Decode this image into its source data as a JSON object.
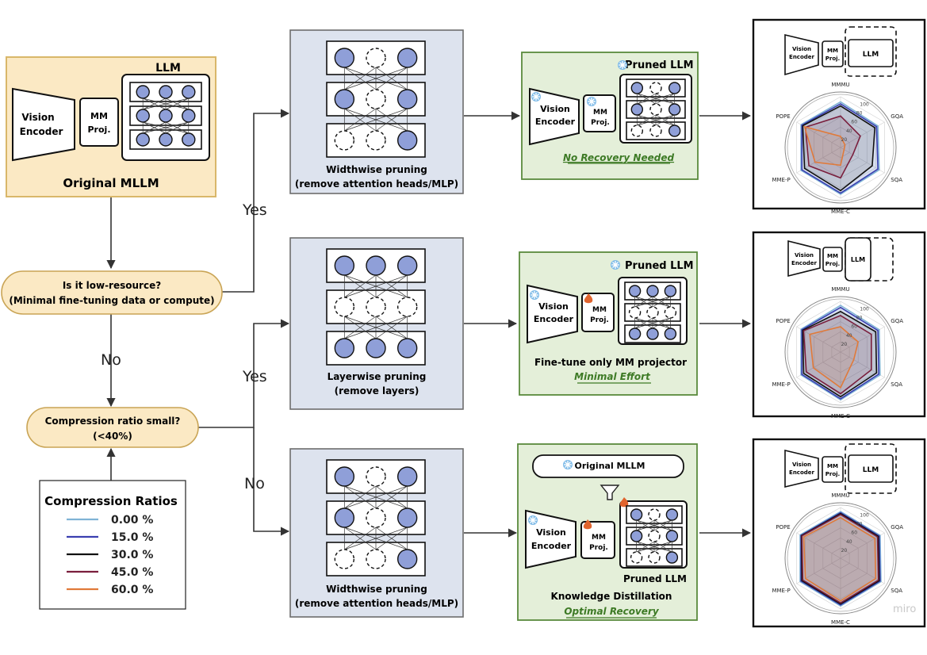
{
  "original": {
    "llm": "LLM",
    "vision_line1": "Vision",
    "vision_line2": "Encoder",
    "mm_line1": "MM",
    "mm_line2": "Proj.",
    "title": "Original MLLM"
  },
  "decision1": {
    "line1": "Is it low-resource?",
    "line2": "(Minimal fine-tuning data or compute)"
  },
  "decision2": {
    "line1": "Compression ratio small?",
    "line2": "(<40%)"
  },
  "edges": {
    "yes1": "Yes",
    "no1": "No",
    "yes2": "Yes",
    "no2": "No"
  },
  "legend": {
    "title": "Compression Ratios",
    "items": [
      {
        "label": "0.00 %",
        "color": "#7fb3d5"
      },
      {
        "label": "15.0 %",
        "color": "#3a3fb0"
      },
      {
        "label": "30.0 %",
        "color": "#111111"
      },
      {
        "label": "45.0 %",
        "color": "#7a1f3d"
      },
      {
        "label": "60.0 %",
        "color": "#e07a3a"
      }
    ]
  },
  "prune1": {
    "line1": "Widthwise pruning",
    "line2": "(remove attention heads/MLP)"
  },
  "prune2": {
    "line1": "Layerwise pruning",
    "line2": "(remove layers)"
  },
  "prune3": {
    "line1": "Widthwise pruning",
    "line2": "(remove attention heads/MLP)"
  },
  "recovery1": {
    "pruned_llm": "Pruned LLM",
    "vision_line1": "Vision",
    "vision_line2": "Encoder",
    "mm_line1": "MM",
    "mm_line2": "Proj.",
    "caption": "No Recovery Needed"
  },
  "recovery2": {
    "pruned_llm": "Pruned LLM",
    "vision_line1": "Vision",
    "vision_line2": "Encoder",
    "mm_line1": "MM",
    "mm_line2": "Proj.",
    "caption1": "Fine-tune only MM projector",
    "caption2": "Minimal Effort"
  },
  "recovery3": {
    "original_mllm": "Original MLLM",
    "pruned_llm": "Pruned LLM",
    "vision_line1": "Vision",
    "vision_line2": "Encoder",
    "mm_line1": "MM",
    "mm_line2": "Proj.",
    "caption1": "Knowledge Distillation",
    "caption2": "Optimal Recovery"
  },
  "result_panel": {
    "vision_line1": "Vision",
    "vision_line2": "Encoder",
    "mm_line1": "MM",
    "mm_line2": "Proj.",
    "llm": "LLM"
  },
  "watermark": "miro",
  "chart_data": [
    {
      "type": "radar",
      "axes": [
        "MMMU",
        "GQA",
        "SQA",
        "MME-C",
        "MME-P",
        "POPE"
      ],
      "ticks": [
        "20",
        "40",
        "60",
        "80",
        "100"
      ],
      "range": [
        0,
        100
      ],
      "series": [
        {
          "name": "0.00 %",
          "values": [
            90,
            85,
            88,
            92,
            90,
            90
          ]
        },
        {
          "name": "15.0 %",
          "values": [
            86,
            82,
            85,
            90,
            88,
            88
          ]
        },
        {
          "name": "30.0 %",
          "values": [
            82,
            78,
            72,
            85,
            82,
            86
          ]
        },
        {
          "name": "45.0 %",
          "values": [
            62,
            45,
            28,
            60,
            72,
            80
          ]
        },
        {
          "name": "60.0 %",
          "values": [
            22,
            10,
            8,
            35,
            58,
            82
          ]
        }
      ]
    },
    {
      "type": "radar",
      "axes": [
        "MMMU",
        "GQA",
        "SQA",
        "MME-C",
        "MME-P",
        "POPE"
      ],
      "ticks": [
        "20",
        "40",
        "60",
        "80",
        "100"
      ],
      "range": [
        0,
        100
      ],
      "series": [
        {
          "name": "0.00 %",
          "values": [
            92,
            88,
            90,
            94,
            90,
            90
          ]
        },
        {
          "name": "15.0 %",
          "values": [
            88,
            85,
            87,
            92,
            88,
            88
          ]
        },
        {
          "name": "30.0 %",
          "values": [
            80,
            80,
            82,
            88,
            84,
            86
          ]
        },
        {
          "name": "45.0 %",
          "values": [
            72,
            70,
            70,
            82,
            78,
            84
          ]
        },
        {
          "name": "60.0 %",
          "values": [
            50,
            40,
            30,
            70,
            62,
            70
          ]
        }
      ]
    },
    {
      "type": "radar",
      "axes": [
        "MMMU",
        "GQA",
        "SQA",
        "MME-C",
        "MME-P",
        "POPE"
      ],
      "ticks": [
        "20",
        "40",
        "60",
        "80",
        "100"
      ],
      "range": [
        0,
        100
      ],
      "series": [
        {
          "name": "0.00 %",
          "values": [
            92,
            90,
            92,
            94,
            92,
            92
          ]
        },
        {
          "name": "15.0 %",
          "values": [
            90,
            88,
            90,
            92,
            90,
            90
          ]
        },
        {
          "name": "30.0 %",
          "values": [
            88,
            86,
            88,
            90,
            88,
            89
          ]
        },
        {
          "name": "45.0 %",
          "values": [
            86,
            84,
            86,
            88,
            86,
            88
          ]
        },
        {
          "name": "60.0 %",
          "values": [
            80,
            78,
            80,
            84,
            80,
            84
          ]
        }
      ]
    }
  ]
}
